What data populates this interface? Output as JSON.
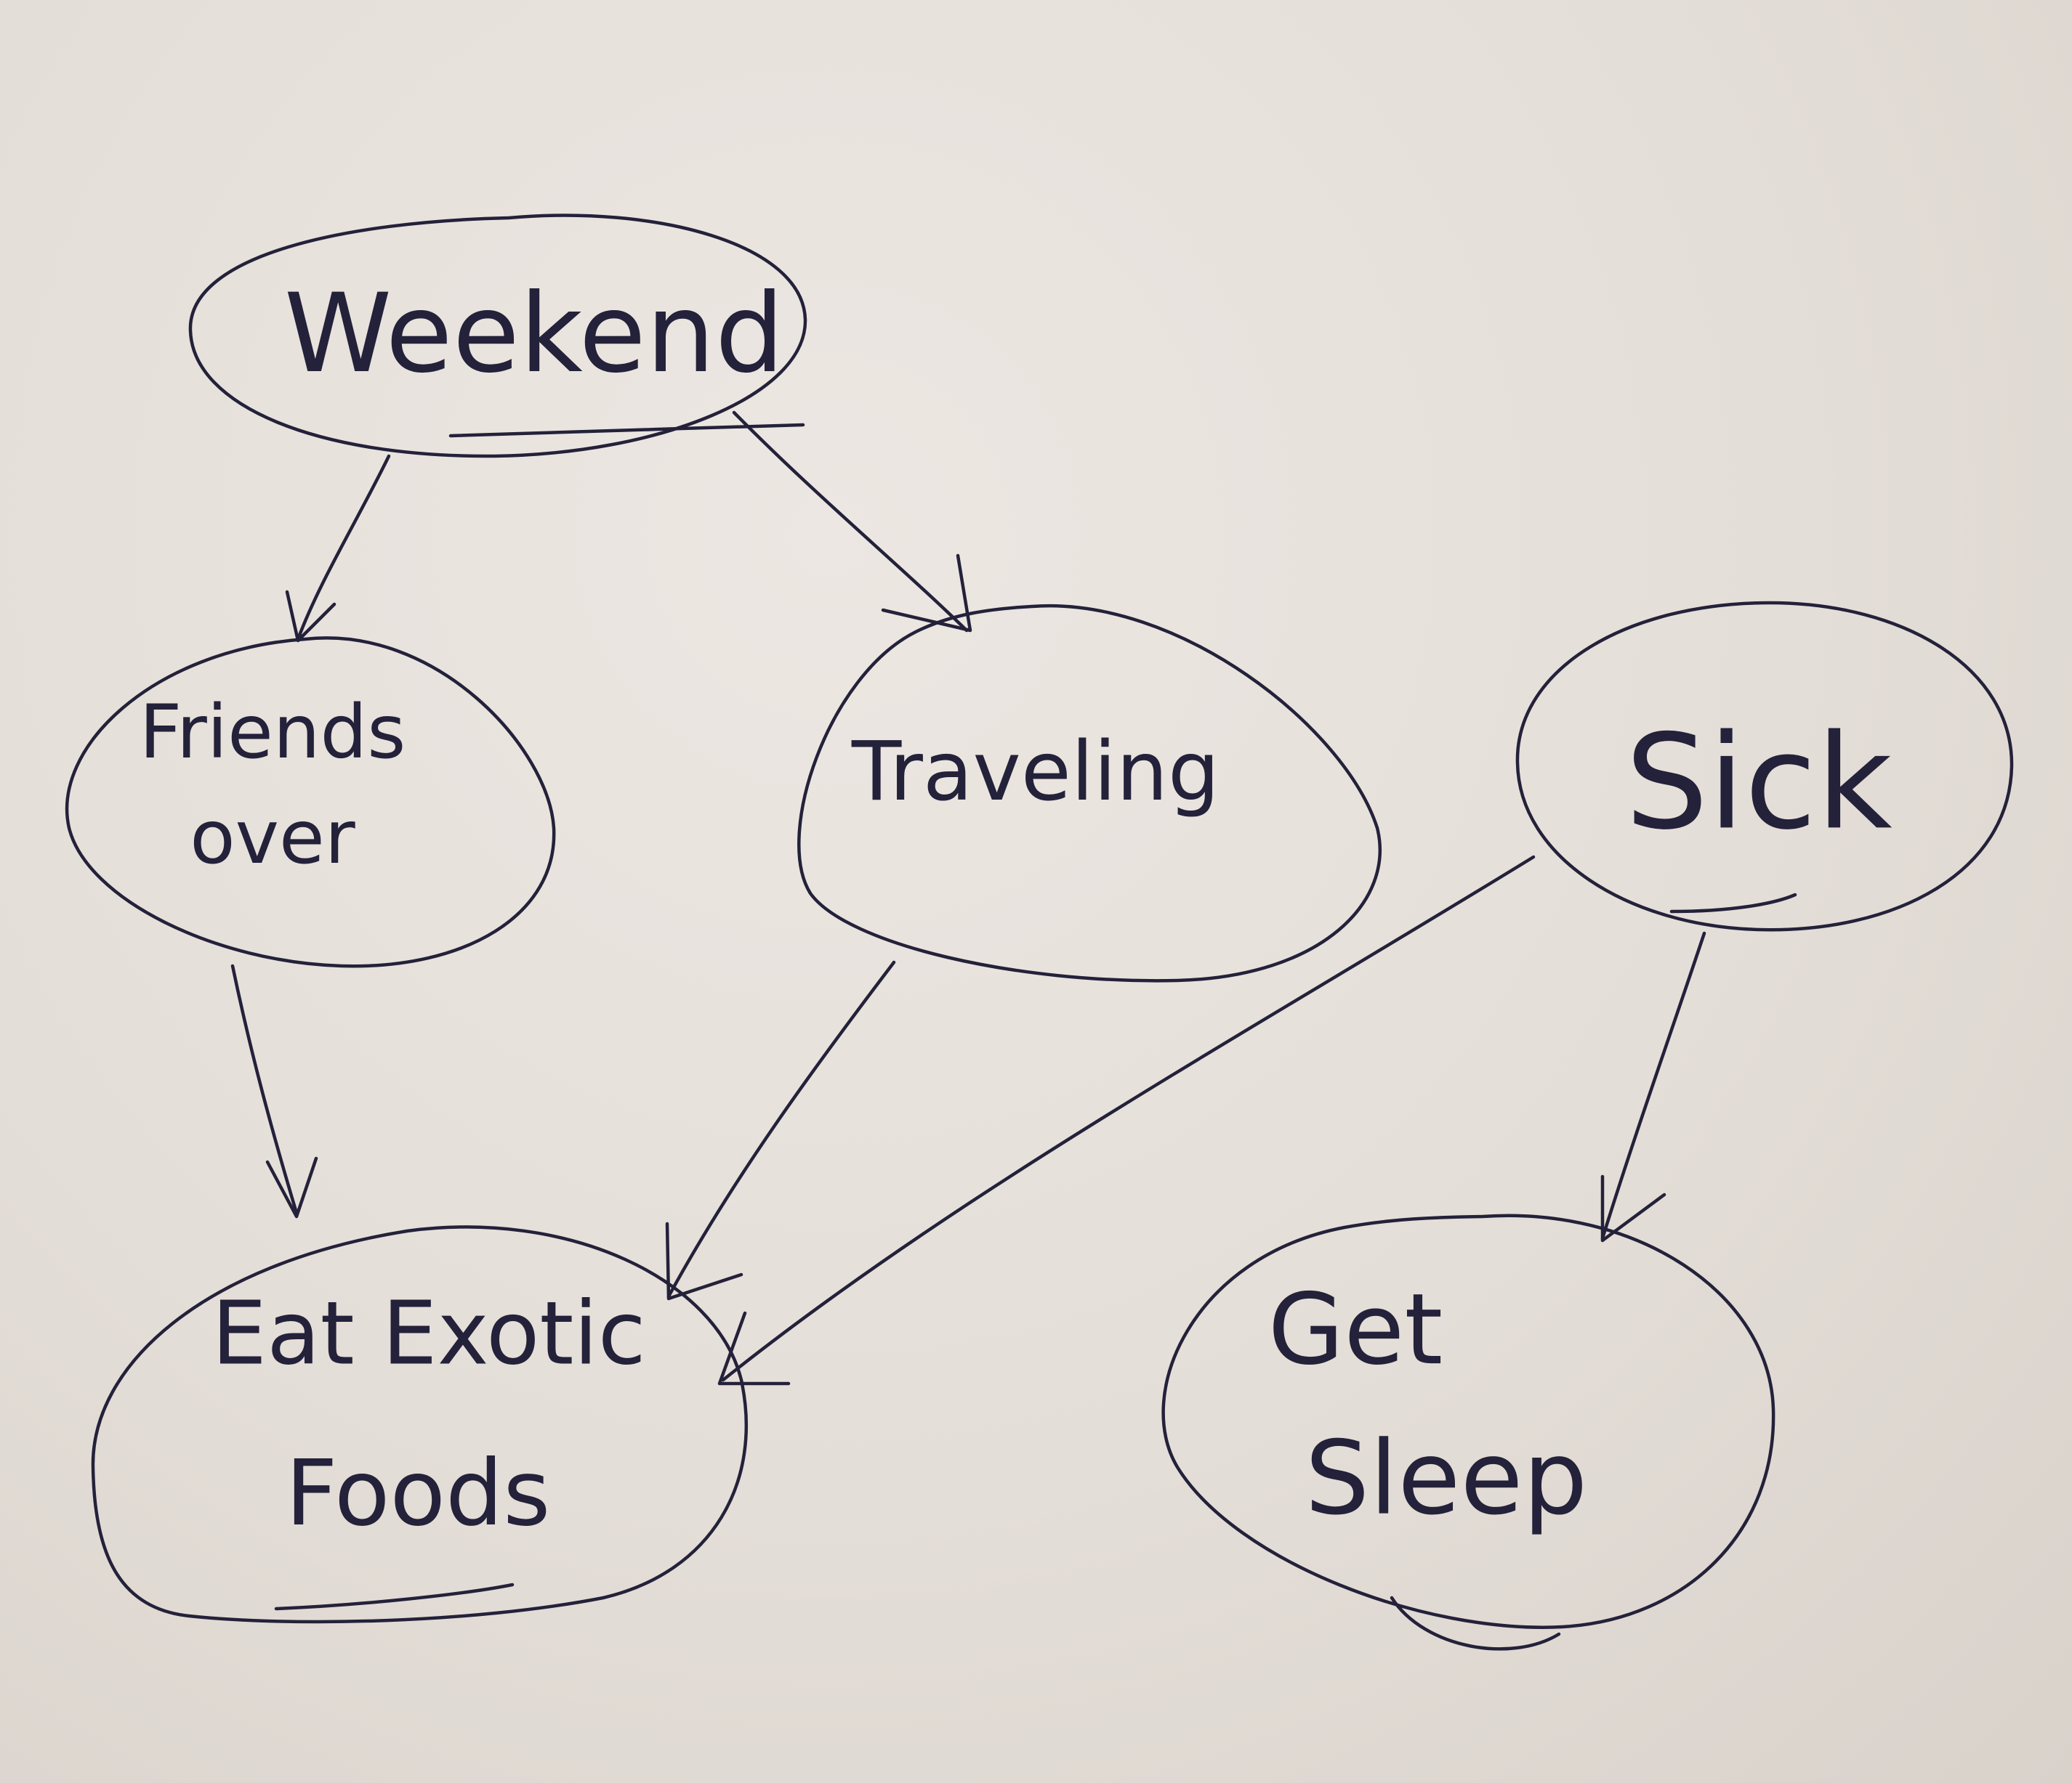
{
  "diagram": {
    "type": "directed-graph",
    "style": "hand-drawn",
    "ink_color": "#24213a",
    "paper_color": "#e6e0da",
    "nodes": [
      {
        "id": "weekend",
        "label_lines": [
          "Weekend"
        ]
      },
      {
        "id": "friends",
        "label_lines": [
          "Friends",
          "over"
        ]
      },
      {
        "id": "traveling",
        "label_lines": [
          "Traveling"
        ]
      },
      {
        "id": "sick",
        "label_lines": [
          "Sick"
        ]
      },
      {
        "id": "eat",
        "label_lines": [
          "Eat Exotic",
          "Foods"
        ]
      },
      {
        "id": "sleep",
        "label_lines": [
          "Get",
          "Sleep"
        ]
      }
    ],
    "edges": [
      {
        "from": "weekend",
        "to": "friends"
      },
      {
        "from": "weekend",
        "to": "traveling"
      },
      {
        "from": "friends",
        "to": "eat"
      },
      {
        "from": "traveling",
        "to": "eat"
      },
      {
        "from": "sick",
        "to": "eat"
      },
      {
        "from": "sick",
        "to": "sleep"
      }
    ]
  }
}
